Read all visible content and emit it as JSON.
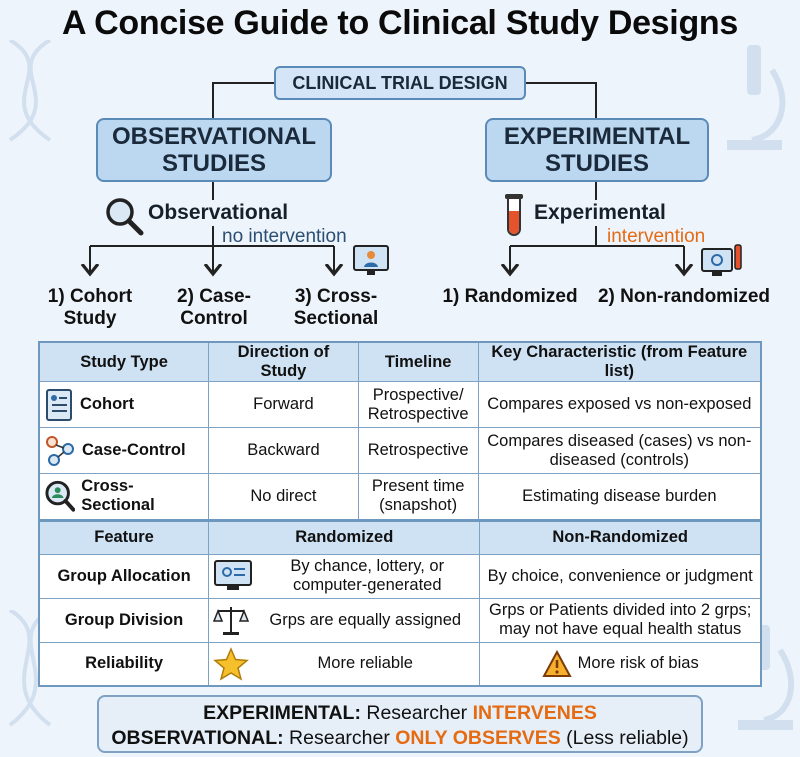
{
  "title": "A Concise Guide to Clinical Study Designs",
  "tree": {
    "root": "CLINICAL TRIAL DESIGN",
    "observational": {
      "box": "OBSERVATIONAL STUDIES",
      "label": "Observational",
      "sublabel": "no intervention",
      "leaves": [
        "1) Cohort Study",
        "2) Case-Control",
        "3) Cross-Sectional"
      ]
    },
    "experimental": {
      "box": "EXPERIMENTAL STUDIES",
      "label": "Experimental",
      "sublabel": "intervention",
      "leaves": [
        "1) Randomized",
        "2) Non-randomized"
      ]
    }
  },
  "table1": {
    "headers": [
      "Study Type",
      "Direction of Study",
      "Timeline",
      "Key Characteristic (from Feature list)"
    ],
    "rows": [
      {
        "type": "Cohort",
        "direction": "Forward",
        "timeline": "Prospective/ Retrospective",
        "key": "Compares exposed vs non-exposed"
      },
      {
        "type": "Case-Control",
        "direction": "Backward",
        "timeline": "Retrospective",
        "key": "Compares diseased (cases) vs non-diseased (controls)"
      },
      {
        "type": "Cross-Sectional",
        "direction": "No direct",
        "timeline": "Present time (snapshot)",
        "key": "Estimating disease burden"
      }
    ]
  },
  "table2": {
    "headers": [
      "Feature",
      "Randomized",
      "Non-Randomized"
    ],
    "rows": [
      {
        "feature": "Group Allocation",
        "randomized": "By chance, lottery, or computer-generated",
        "non": "By choice, convenience or judgment"
      },
      {
        "feature": "Group Division",
        "randomized": "Grps are equally assigned",
        "non": "Grps or Patients divided into 2 grps; may not have equal health status"
      },
      {
        "feature": "Reliability",
        "randomized": "More reliable",
        "non": "More risk of bias"
      }
    ]
  },
  "summary": {
    "line1_label": "EXPERIMENTAL:",
    "line1_text": "Researcher",
    "line1_highlight": "INTERVENES",
    "line2_label": "OBSERVATIONAL:",
    "line2_text": "Researcher",
    "line2_highlight": "ONLY OBSERVES",
    "line2_suffix": "(Less reliable)"
  },
  "colors": {
    "accent_orange": "#e56b13",
    "box_blue": "#bcd8f0",
    "border_blue": "#5a8bb8"
  }
}
